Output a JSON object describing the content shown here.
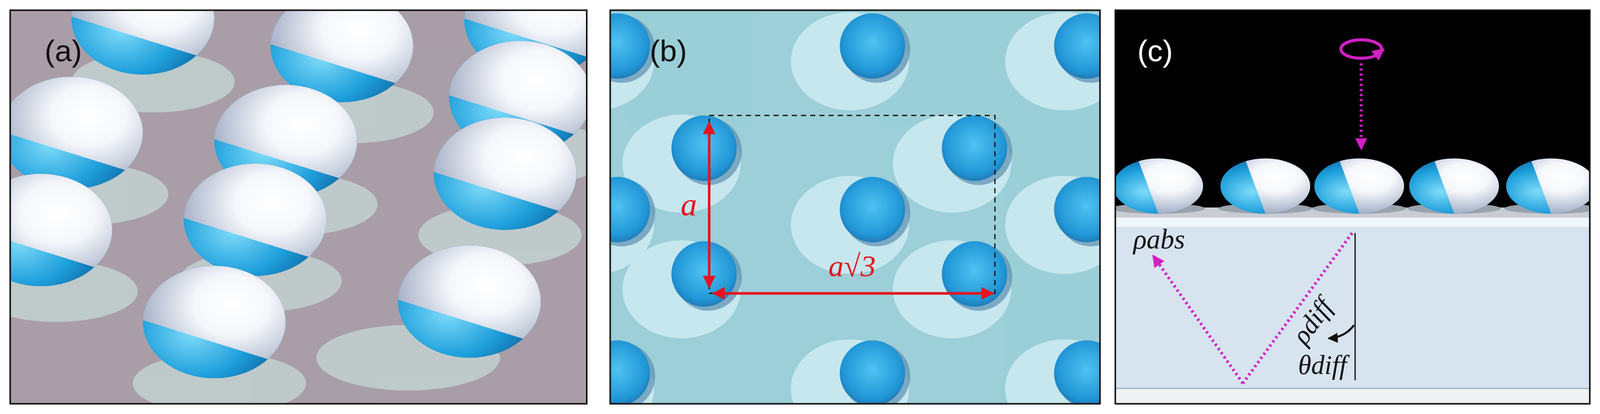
{
  "diagram": {
    "labels": [
      "(a)",
      "(b)",
      "a",
      "a√3",
      "(c)",
      "ρabs",
      "ρdiff",
      "θdiff"
    ]
  }
}
